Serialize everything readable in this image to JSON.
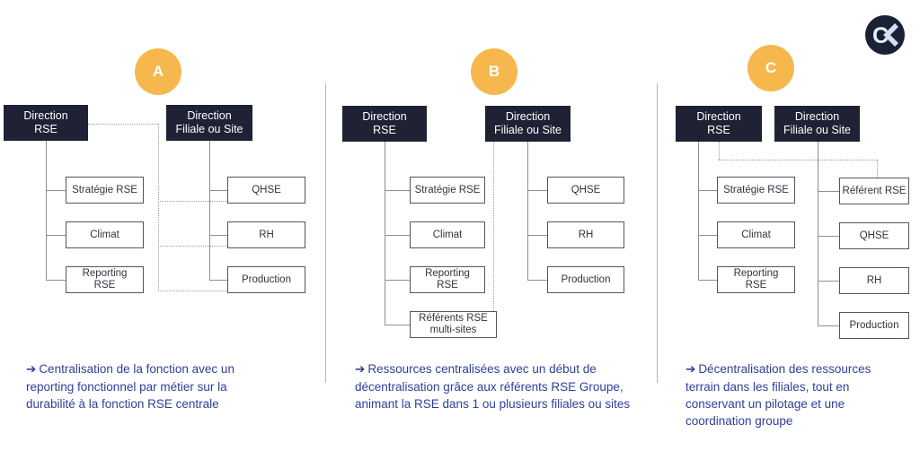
{
  "colors": {
    "navy": "#1e2234",
    "amber": "#f6b84c",
    "text_blue": "#2f3f99"
  },
  "logo": {
    "letter": "C",
    "name": "CK logo"
  },
  "arrow_glyph": "➔",
  "panels": [
    {
      "label": "A",
      "left_root": "Direction\nRSE",
      "right_root": "Direction\nFiliale ou Site",
      "left_children": [
        "Stratégie RSE",
        "Climat",
        "Reporting\nRSE"
      ],
      "right_children": [
        "QHSE",
        "RH",
        "Production"
      ],
      "description": "Centralisation de la fonction avec un reporting fonctionnel par métier sur la durabilité à la fonction RSE centrale"
    },
    {
      "label": "B",
      "left_root": "Direction\nRSE",
      "right_root": "Direction\nFiliale ou Site",
      "left_children": [
        "Stratégie RSE",
        "Climat",
        "Reporting\nRSE",
        "Référents RSE\nmulti-sites"
      ],
      "right_children": [
        "QHSE",
        "RH",
        "Production"
      ],
      "description": "Ressources centralisées avec un début de décentralisation grâce aux référents RSE Groupe, animant la RSE dans 1 ou plusieurs filiales ou sites"
    },
    {
      "label": "C",
      "left_root": "Direction\nRSE",
      "right_root": "Direction\nFiliale ou Site",
      "left_children": [
        "Stratégie RSE",
        "Climat",
        "Reporting\nRSE"
      ],
      "right_children": [
        "Référent RSE",
        "QHSE",
        "RH",
        "Production"
      ],
      "description": "Décentralisation des ressources terrain dans les filiales, tout en conservant un pilotage et une coordination groupe"
    }
  ]
}
